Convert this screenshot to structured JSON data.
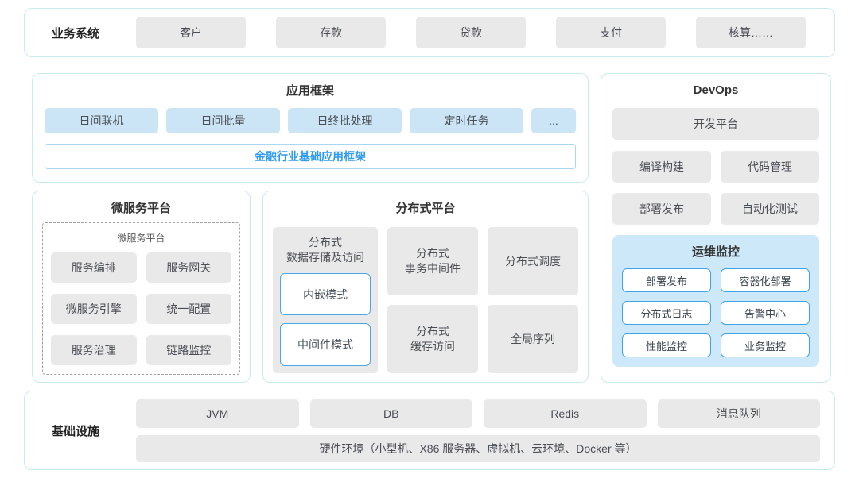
{
  "colors": {
    "panel_border": "#c7ebee",
    "gray_box": "#e9e9ea",
    "blue_box": "#cbe5f6",
    "accent_blue": "#2e9bf0",
    "monitor_bg": "#cde9f9"
  },
  "business_systems": {
    "label": "业务系统",
    "items": [
      "客户",
      "存款",
      "贷款",
      "支付",
      "核算……"
    ]
  },
  "app_framework": {
    "title": "应用框架",
    "items": [
      "日间联机",
      "日间批量",
      "日终批处理",
      "定时任务",
      "..."
    ],
    "base_label": "金融行业基础应用框架"
  },
  "microservice_platform": {
    "title": "微服务平台",
    "inner_title": "微服务平台",
    "items": [
      "服务编排",
      "服务网关",
      "微服务引擎",
      "统一配置",
      "服务治理",
      "链路监控"
    ]
  },
  "distributed_platform": {
    "title": "分布式平台",
    "storage": {
      "title": "分布式\n数据存储及访问",
      "modes": [
        "内嵌模式",
        "中间件模式"
      ]
    },
    "cells": [
      "分布式\n事务中间件",
      "分布式调度",
      "分布式\n缓存访问",
      "全局序列"
    ]
  },
  "devops": {
    "title": "DevOps",
    "dev_platform": "开发平台",
    "tools": [
      "编译构建",
      "代码管理",
      "部署发布",
      "自动化测试"
    ],
    "monitoring": {
      "title": "运维监控",
      "items": [
        "部署发布",
        "容器化部署",
        "分布式日志",
        "告警中心",
        "性能监控",
        "业务监控"
      ]
    }
  },
  "infrastructure": {
    "label": "基础设施",
    "items": [
      "JVM",
      "DB",
      "Redis",
      "消息队列"
    ],
    "hardware": "硬件环境（小型机、X86 服务器、虚拟机、云环境、Docker 等）"
  }
}
